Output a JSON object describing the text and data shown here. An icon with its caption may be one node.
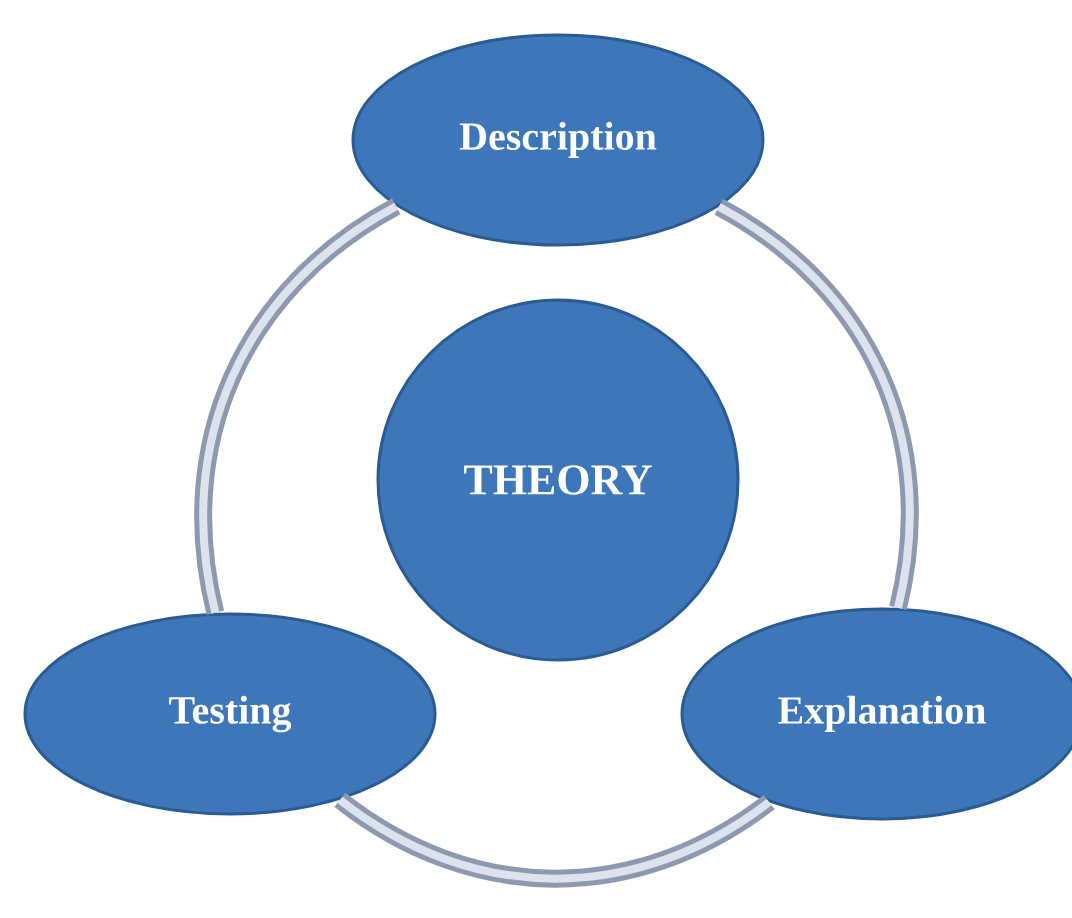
{
  "diagram": {
    "nodes": [
      {
        "text": [
          "THEORY"
        ]
      },
      {
        "text": [
          "Description"
        ]
      },
      {
        "text": [
          "Explanation"
        ]
      },
      {
        "text": [
          "Testing"
        ]
      }
    ],
    "edges": [
      {
        "from": 1,
        "to": 2,
        "arrow": "none"
      },
      {
        "from": 2,
        "to": 3,
        "arrow": "none"
      },
      {
        "from": 3,
        "to": 1,
        "arrow": "none"
      }
    ]
  }
}
